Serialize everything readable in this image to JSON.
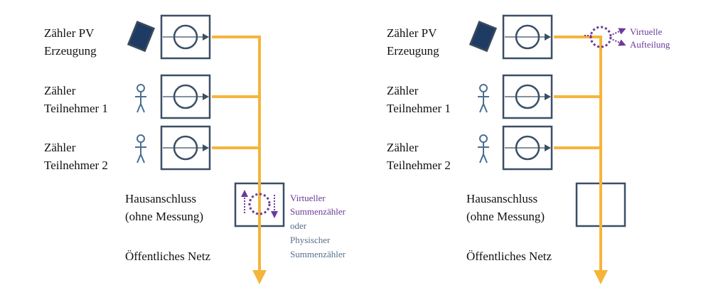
{
  "colors": {
    "meter_stroke": "#3a4f66",
    "flow_line": "#f5b53b",
    "virtual": "#6b3a9a",
    "physical_note": "#56708a",
    "panel_fill": "#1e3b63",
    "person": "#4a6f95"
  },
  "left": {
    "meters": [
      {
        "label_lines": [
          "Zähler PV",
          "Erzeugung"
        ],
        "icon": "solar-panel-icon"
      },
      {
        "label_lines": [
          "Zähler",
          "Teilnehmer 1"
        ],
        "icon": "person-icon"
      },
      {
        "label_lines": [
          "Zähler",
          "Teilnehmer 2"
        ],
        "icon": "person-icon"
      }
    ],
    "connection_lines": [
      "Hausanschluss",
      "(ohne Messung)"
    ],
    "grid_label": "Öffentliches Netz",
    "note": {
      "virtual_lines": [
        "Virtueller",
        "Summenzähler"
      ],
      "connector": "oder",
      "physical_lines": [
        "Physischer",
        "Summenzähler"
      ]
    }
  },
  "right": {
    "meters": [
      {
        "label_lines": [
          "Zähler PV",
          "Erzeugung"
        ],
        "icon": "solar-panel-icon"
      },
      {
        "label_lines": [
          "Zähler",
          "Teilnehmer 1"
        ],
        "icon": "person-icon"
      },
      {
        "label_lines": [
          "Zähler",
          "Teilnehmer 2"
        ],
        "icon": "person-icon"
      }
    ],
    "connection_lines": [
      "Hausanschluss",
      "(ohne Messung)"
    ],
    "grid_label": "Öffentliches Netz",
    "note": {
      "virtual_lines": [
        "Virtuelle",
        "Aufteilung"
      ]
    }
  }
}
